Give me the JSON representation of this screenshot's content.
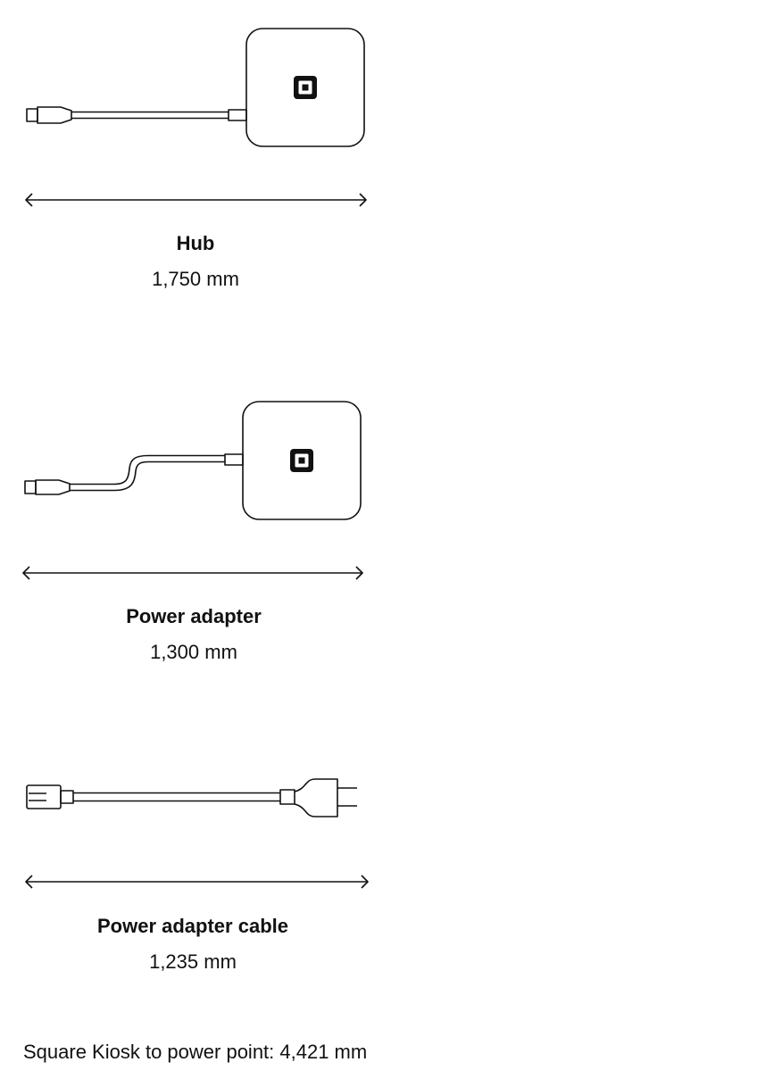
{
  "items": [
    {
      "id": "hub",
      "name": "Hub",
      "length": "1,750 mm",
      "icon": "hub-icon"
    },
    {
      "id": "power-adapter",
      "name": "Power adapter",
      "length": "1,300 mm",
      "icon": "power-adapter-icon"
    },
    {
      "id": "power-adapter-cable",
      "name": "Power adapter cable",
      "length": "1,235 mm",
      "icon": "power-cable-icon"
    }
  ],
  "summary": "Square Kiosk to power point: 4,421 mm",
  "colors": {
    "stroke": "#111111",
    "background": "#ffffff"
  }
}
